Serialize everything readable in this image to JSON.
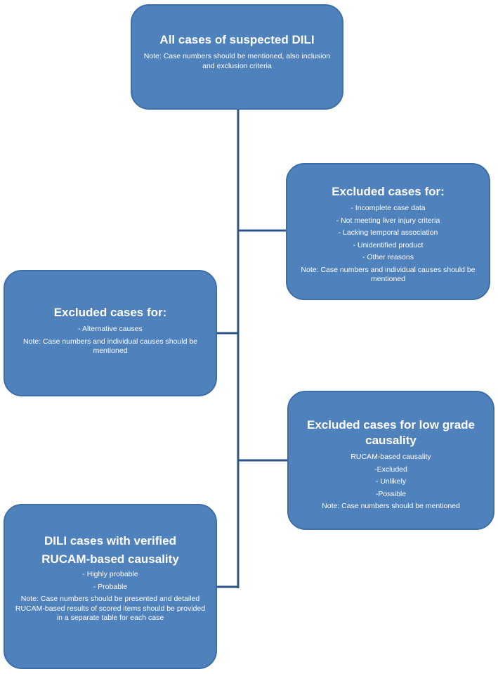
{
  "top_box": {
    "title": "All cases of suspected DILI",
    "note": "Note: Case numbers should be mentioned, also  inclusion and exclusion  criteria"
  },
  "excluded_box_1": {
    "title": "Excluded cases for:",
    "items": [
      "- Incomplete case data",
      "- Not meeting liver injury criteria",
      "- Lacking temporal association",
      "- Unidentified product",
      "- Other reasons"
    ],
    "note": "Note: Case numbers and individual causes should be mentioned"
  },
  "excluded_box_2": {
    "title": "Excluded cases for:",
    "items": [
      "- Alternative causes"
    ],
    "note": "Note: Case numbers and individual causes should be mentioned"
  },
  "excluded_box_3": {
    "title": "Excluded cases for low grade causality",
    "items": [
      "RUCAM-based causality",
      "-Excluded",
      "- Unlikely",
      "-Possible"
    ],
    "note": "Note: Case numbers should be mentioned"
  },
  "verified_box": {
    "title_line1": "DILI cases with verified",
    "title_line2": "RUCAM-based causality",
    "items": [
      "- Highly probable",
      "- Probable"
    ],
    "note": "Note: Case numbers  should be presented and detailed RUCAM-based results of scored items should be provided in a separate table for each case"
  },
  "colors": {
    "box_fill": "#4f81bd",
    "box_border": "#3e6ea6",
    "connector": "#2e5485"
  }
}
